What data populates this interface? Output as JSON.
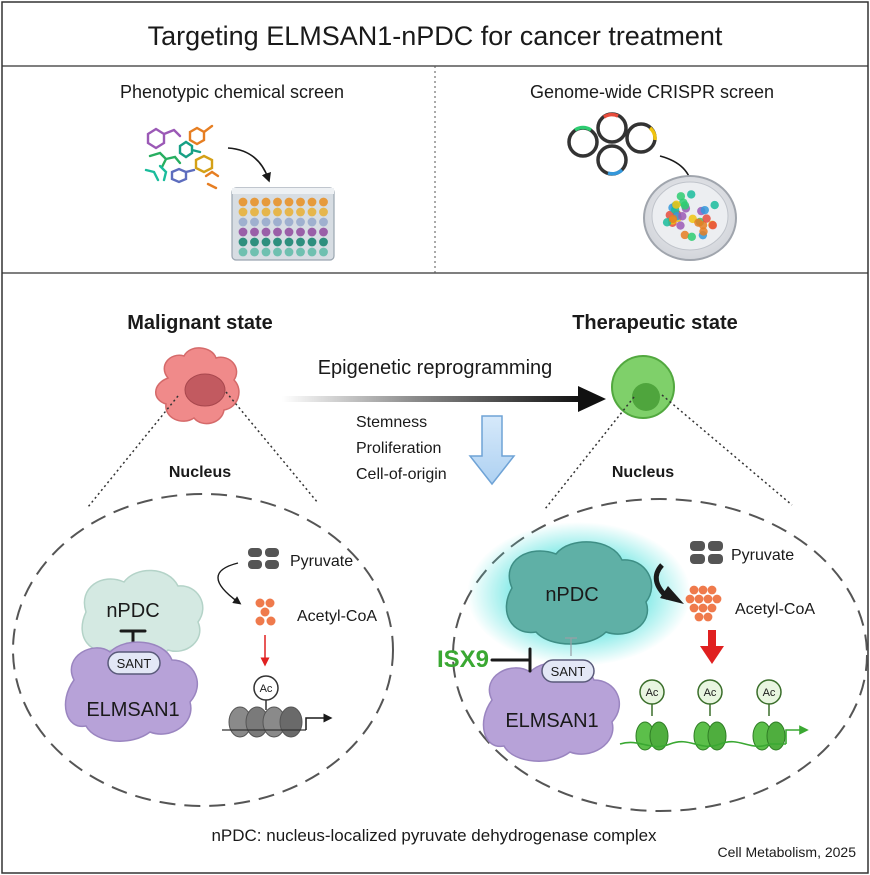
{
  "title": "Targeting ELMSAN1-nPDC for cancer treatment",
  "screens": {
    "left_label": "Phenotypic chemical screen",
    "right_label": "Genome-wide CRISPR screen"
  },
  "malignant": {
    "heading": "Malignant state",
    "nucleus_label": "Nucleus",
    "npdc_label": "nPDC",
    "sant_label": "SANT",
    "elmsan1_label": "ELMSAN1",
    "pyruvate_label": "Pyruvate",
    "acetyl_coa_label": "Acetyl-CoA",
    "ac_label": "Ac"
  },
  "therapeutic": {
    "heading": "Therapeutic state",
    "nucleus_label": "Nucleus",
    "npdc_label": "nPDC",
    "sant_label": "SANT",
    "elmsan1_label": "ELMSAN1",
    "pyruvate_label": "Pyruvate",
    "acetyl_coa_label": "Acetyl-CoA",
    "ac_label": "Ac",
    "drug_label": "ISX9"
  },
  "transition": {
    "label": "Epigenetic reprogramming",
    "effects": [
      "Stemness",
      "Proliferation",
      "Cell-of-origin"
    ]
  },
  "footnote": "nPDC: nucleus-localized pyruvate dehydrogenase complex",
  "citation": "Cell Metabolism, 2025",
  "colors": {
    "malignant_cell": "#f08a8a",
    "therapeutic_cell": "#7fd06a",
    "npdc_fill_malignant": "#d4e9e2",
    "npdc_fill_therapeutic": "#5fb0a6",
    "elmsan1": "#b7a2d8",
    "acetyl": "#ef7a4c",
    "drug": "#3aa832",
    "arrow_red": "#e02020"
  }
}
